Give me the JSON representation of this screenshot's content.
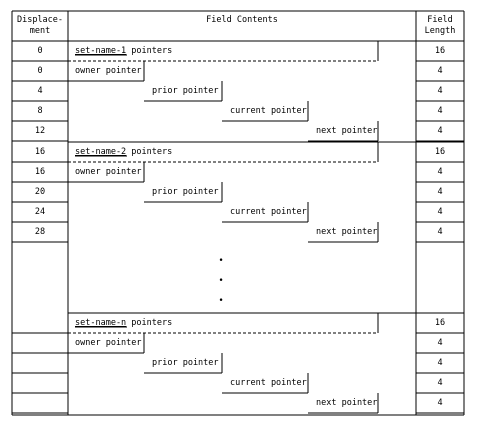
{
  "header": {
    "displacement": [
      "Displace-",
      "ment"
    ],
    "field_contents": "Field Contents",
    "field_length": [
      "Field",
      "Length"
    ]
  },
  "groups": [
    {
      "set_label": "set-name-1",
      "set_suffix": " pointers",
      "set_displacement": "0",
      "set_length": "16",
      "rows": [
        {
          "displacement": "0",
          "label": "owner pointer",
          "length": "4"
        },
        {
          "displacement": "4",
          "label": "prior pointer",
          "length": "4"
        },
        {
          "displacement": "8",
          "label": "current pointer",
          "length": "4"
        },
        {
          "displacement": "12",
          "label": "next pointer",
          "length": "4"
        }
      ]
    },
    {
      "set_label": "set-name-2",
      "set_suffix": " pointers",
      "set_displacement": "16",
      "set_length": "16",
      "rows": [
        {
          "displacement": "16",
          "label": "owner pointer",
          "length": "4"
        },
        {
          "displacement": "20",
          "label": "prior pointer",
          "length": "4"
        },
        {
          "displacement": "24",
          "label": "current pointer",
          "length": "4"
        },
        {
          "displacement": "28",
          "label": "next pointer",
          "length": "4"
        }
      ]
    },
    {
      "set_label": "set-name-n",
      "set_suffix": " pointers",
      "set_displacement": "",
      "set_length": "16",
      "rows": [
        {
          "displacement": "",
          "label": "owner pointer",
          "length": "4"
        },
        {
          "displacement": "",
          "label": "prior pointer",
          "length": "4"
        },
        {
          "displacement": "",
          "label": "current pointer",
          "length": "4"
        },
        {
          "displacement": "",
          "label": "next pointer",
          "length": "4"
        }
      ]
    }
  ],
  "ellipsis": [
    "•",
    "•",
    "•"
  ]
}
